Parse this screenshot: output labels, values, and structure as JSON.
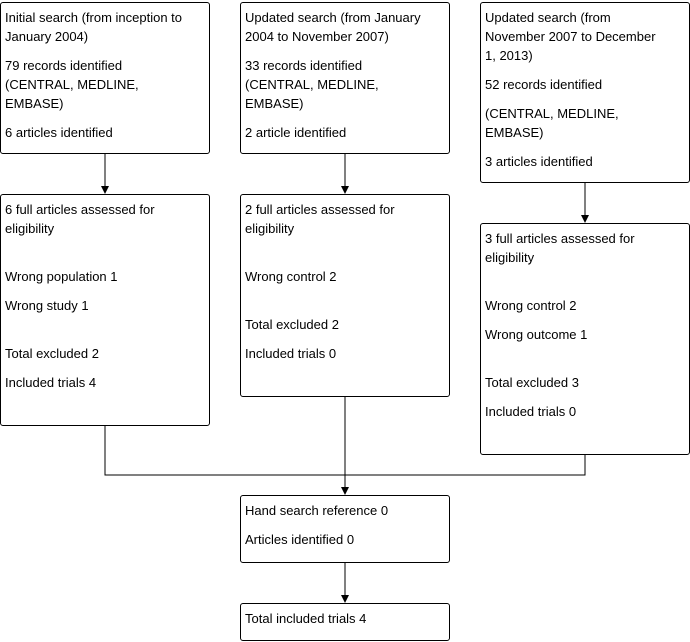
{
  "search_boxes": [
    {
      "title_lines": [
        "Initial search (from inception to",
        "January 2004)"
      ],
      "records_lines": [
        "79 records identified",
        "(CENTRAL, MEDLINE,",
        "EMBASE)"
      ],
      "articles": "6 articles identified"
    },
    {
      "title_lines": [
        "Updated search (from January",
        "2004 to November 2007)"
      ],
      "records_lines": [
        "33 records identified",
        "(CENTRAL, MEDLINE,",
        "EMBASE)"
      ],
      "articles": "2 article identified"
    },
    {
      "title_lines": [
        "Updated search (from",
        "November 2007 to December",
        "1, 2013)"
      ],
      "records_line": "52 records identified",
      "sources_lines": [
        "(CENTRAL, MEDLINE,",
        "EMBASE)"
      ],
      "articles": "3 articles identified"
    }
  ],
  "assessment_boxes": [
    {
      "title_lines": [
        "6 full articles assessed for",
        "eligibility"
      ],
      "reasons": [
        "Wrong population 1",
        "Wrong study 1"
      ],
      "total_excluded": "Total excluded 2",
      "included": "Included trials 4"
    },
    {
      "title_lines": [
        "2 full articles assessed for",
        "eligibility"
      ],
      "reasons": [
        "Wrong control 2"
      ],
      "total_excluded": "Total excluded 2",
      "included": "Included trials 0"
    },
    {
      "title_lines": [
        "3 full articles assessed for",
        "eligibility"
      ],
      "reasons": [
        "Wrong control 2",
        "Wrong outcome 1"
      ],
      "total_excluded": "Total excluded 3",
      "included": "Included trials 0"
    }
  ],
  "hand_search": {
    "reference": "Hand search reference 0",
    "articles": "Articles identified 0"
  },
  "final": {
    "total": "Total included trials 4"
  }
}
